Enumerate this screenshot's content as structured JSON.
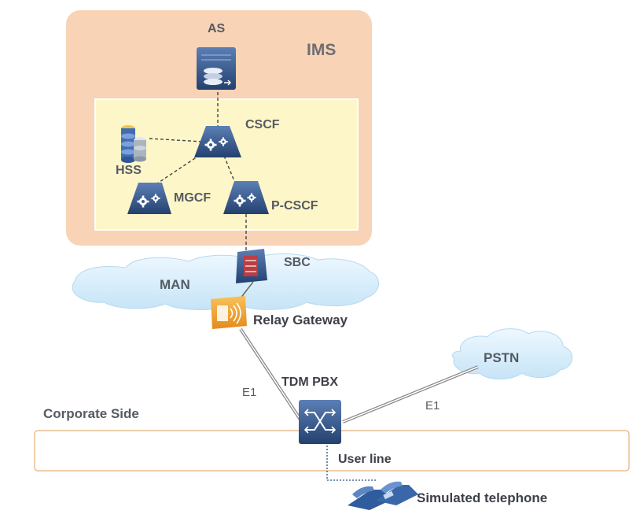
{
  "diagram": {
    "zones": {
      "ims": "IMS",
      "corporate": "Corporate Side"
    },
    "nodes": {
      "as": "AS",
      "cscf": "CSCF",
      "hss": "HSS",
      "mgcf": "MGCF",
      "pcscf": "P-CSCF",
      "sbc": "SBC",
      "man": "MAN",
      "relay_gateway": "Relay Gateway",
      "tdm_pbx": "TDM PBX",
      "pstn": "PSTN",
      "user_line": "User line",
      "simulated_telephone": "Simulated telephone"
    },
    "links": {
      "e1_gateway_pbx": "E1",
      "e1_pbx_pstn": "E1"
    },
    "colors": {
      "ims_zone": "#f9d3b5",
      "core_box": "#fdf6c8",
      "cloud": "#d8eefb",
      "device_blue": "#35588e",
      "gateway_orange": "#f2a634",
      "corporate_border": "#e3b27a"
    }
  }
}
